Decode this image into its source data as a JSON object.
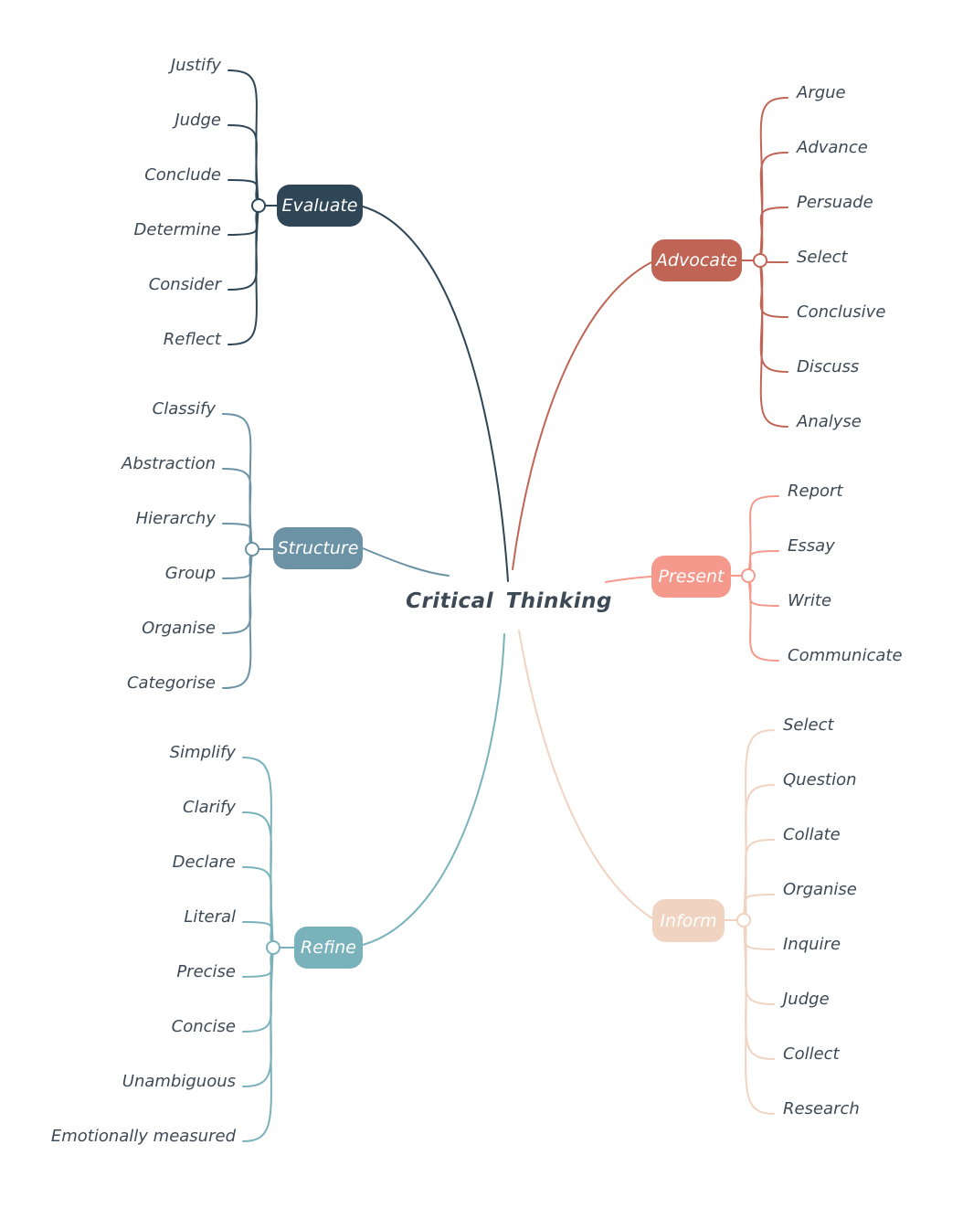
{
  "title": "Critical Thinking",
  "text_color": "#3d4a56",
  "background": "#ffffff",
  "node_text_color": "#ffffff",
  "branches": [
    {
      "label": "Evaluate",
      "color": "#2f4656",
      "children": [
        "Justify",
        "Judge",
        "Conclude",
        "Determine",
        "Consider",
        "Reflect"
      ]
    },
    {
      "label": "Advocate",
      "color": "#c06555",
      "children": [
        "Argue",
        "Advance",
        "Persuade",
        "Select",
        "Conclusive",
        "Discuss",
        "Analyse"
      ]
    },
    {
      "label": "Structure",
      "color": "#6b92a5",
      "children": [
        "Classify",
        "Abstraction",
        "Hierarchy",
        "Group",
        "Organise",
        "Categorise"
      ]
    },
    {
      "label": "Present",
      "color": "#f4998b",
      "children": [
        "Report",
        "Essay",
        "Write",
        "Communicate"
      ]
    },
    {
      "label": "Refine",
      "color": "#7ab2bc",
      "children": [
        "Simplify",
        "Clarify",
        "Declare",
        "Literal",
        "Precise",
        "Concise",
        "Unambiguous",
        "Emotionally measured"
      ]
    },
    {
      "label": "Inform",
      "color": "#f1d3c2",
      "children": [
        "Select",
        "Question",
        "Collate",
        "Organise",
        "Inquire",
        "Judge",
        "Collect",
        "Research"
      ]
    }
  ]
}
